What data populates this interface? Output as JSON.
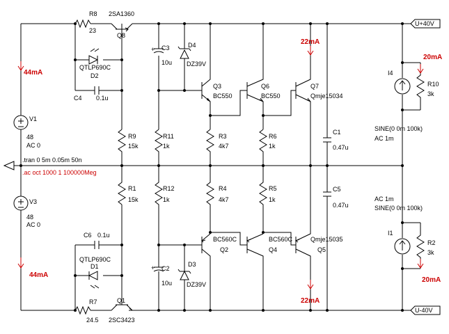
{
  "components": {
    "r8": {
      "ref": "R8",
      "value": "23"
    },
    "q8": {
      "ref": "Q8",
      "part": "2SA1360"
    },
    "d2": {
      "ref": "D2",
      "part": "QTLP690C"
    },
    "c4": {
      "ref": "C4",
      "value": "0.1u"
    },
    "c3": {
      "ref": "C3",
      "value": "10u"
    },
    "d4": {
      "ref": "D4",
      "part": "DZ39V"
    },
    "q3": {
      "ref": "Q3",
      "part": "BC550"
    },
    "q6": {
      "ref": "Q6",
      "part": "BC550"
    },
    "q7": {
      "ref": "Q7",
      "part": "Qmje15034"
    },
    "r9": {
      "ref": "R9",
      "value": "15k"
    },
    "r11": {
      "ref": "R11",
      "value": "1k"
    },
    "r3": {
      "ref": "R3",
      "value": "4k7"
    },
    "r6": {
      "ref": "R6",
      "value": "1k"
    },
    "c1": {
      "ref": "C1",
      "value": "0.47u"
    },
    "v1": {
      "ref": "V1",
      "value": "48",
      "ac": "AC 0"
    },
    "v3": {
      "ref": "V3",
      "value": "48",
      "ac": "AC 0"
    },
    "r1": {
      "ref": "R1",
      "value": "15k"
    },
    "r12": {
      "ref": "R12",
      "value": "1k"
    },
    "r4": {
      "ref": "R4",
      "value": "4k7"
    },
    "r5": {
      "ref": "R5",
      "value": "1k"
    },
    "c5": {
      "ref": "C5",
      "value": "0.47u"
    },
    "c6": {
      "ref": "C6",
      "value": "0.1u"
    },
    "d1": {
      "ref": "D1",
      "part": "QTLP690C"
    },
    "c2": {
      "ref": "C2",
      "value": "10u"
    },
    "d3": {
      "ref": "D3",
      "part": "DZ39V"
    },
    "q2": {
      "ref": "Q2",
      "part": "BC560C"
    },
    "q4": {
      "ref": "Q4",
      "part": "BC560C"
    },
    "q5": {
      "ref": "Q5",
      "part": "Qmje15035"
    },
    "r7": {
      "ref": "R7",
      "value": "24.5"
    },
    "q1": {
      "ref": "Q1",
      "part": "2SC3423"
    },
    "i4": {
      "ref": "I4",
      "sine": "SINE(0 0m 100k)",
      "ac": "AC 1m"
    },
    "r10": {
      "ref": "R10",
      "value": "3k"
    },
    "i1": {
      "ref": "I1",
      "sine": "SINE(0 0m 100k)",
      "ac": "AC 1m"
    },
    "r2": {
      "ref": "R2",
      "value": "3k"
    }
  },
  "labels": {
    "upos": "U+40V",
    "uneg": "U-40V",
    "tran": ".tran 0 5m 0.05m 50n",
    "ac": ".ac oct 1000 1 100000Meg"
  },
  "currents": {
    "left_top": "44mA",
    "left_bottom": "44mA",
    "q7": "22mA",
    "q5": "22mA",
    "r10": "20mA",
    "r2": "20mA"
  },
  "colors": {
    "wire": "#000000",
    "annotation": "#cc0000",
    "background": "#ffffff"
  }
}
